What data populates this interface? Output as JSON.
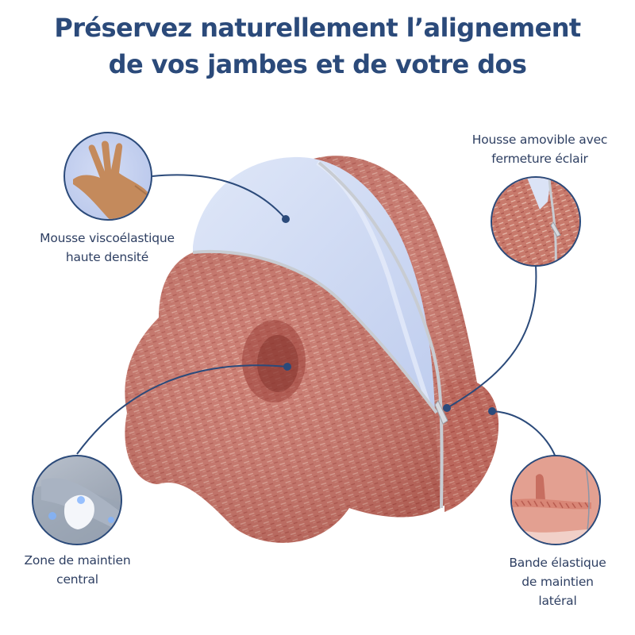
{
  "header": {
    "title_line1": "Préservez naturellement l’alignement",
    "title_line2": "de vos jambes et de votre dos"
  },
  "colors": {
    "title": "#2b4a7a",
    "label_text": "#2e3f62",
    "connector": "#2b4a7a",
    "fabric": "#c9766a",
    "fabric_dark": "#b25b50",
    "foam": "#cdd8f0",
    "zipper": "#c8ccd2"
  },
  "features": [
    {
      "id": "foam",
      "icon": "hand-on-foam-photo",
      "line1": "Mousse viscoélastique",
      "line2": "haute densité"
    },
    {
      "id": "zipper",
      "icon": "zipper-closeup-photo",
      "line1": "Housse amovible avec",
      "line2": "fermeture éclair"
    },
    {
      "id": "central",
      "icon": "knee-support-usage-photo",
      "line1": "Zone de maintien",
      "line2": "central"
    },
    {
      "id": "elastic",
      "icon": "elastic-band-closeup-photo",
      "line1": "Bande élastique",
      "line2": "de maintien",
      "line3": "latéral"
    }
  ]
}
